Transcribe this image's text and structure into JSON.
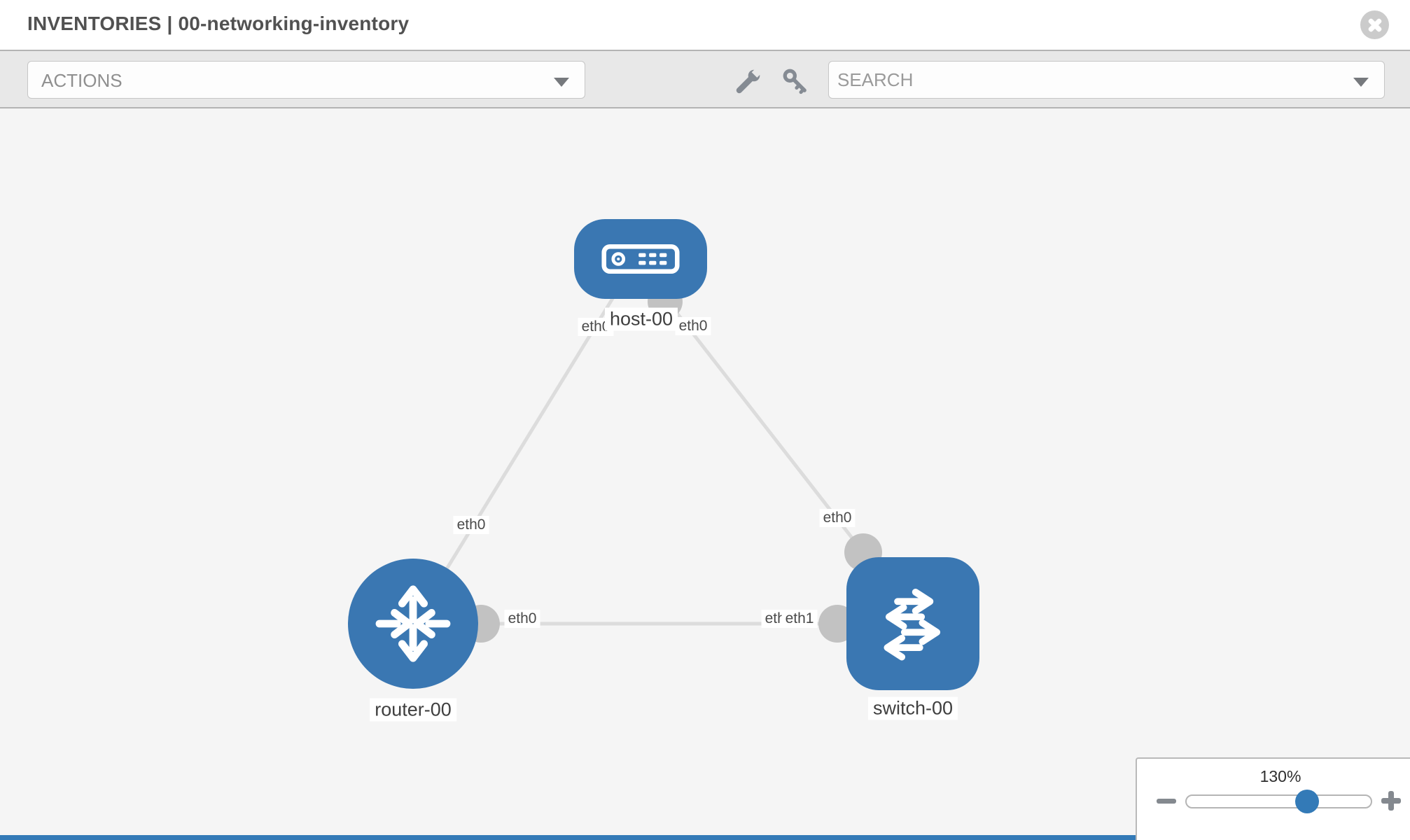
{
  "window": {
    "title": "INVENTORIES | 00-networking-inventory"
  },
  "toolbar": {
    "actions_label": "ACTIONS",
    "search_placeholder": "SEARCH",
    "icons": [
      "wrench-icon",
      "key-icon"
    ]
  },
  "diagram": {
    "nodes": [
      {
        "id": "host-00",
        "label": "host-00",
        "type": "host",
        "icon": "server-icon"
      },
      {
        "id": "router-00",
        "label": "router-00",
        "type": "router",
        "icon": "router-arrows-icon"
      },
      {
        "id": "switch-00",
        "label": "switch-00",
        "type": "switch",
        "icon": "switch-arrows-icon"
      }
    ],
    "links": [
      {
        "from": "router-00",
        "to": "host-00"
      },
      {
        "from": "host-00",
        "to": "switch-00"
      },
      {
        "from": "router-00",
        "to": "switch-00"
      }
    ],
    "interfaces": {
      "host_left": "eth0",
      "host_right": "eth0",
      "router_host_link": "eth0",
      "host_switch_link": "eth0",
      "router_switch_router_end": "eth0",
      "router_switch_switch_end_back": "eth0",
      "router_switch_switch_end_front": "eth1"
    }
  },
  "zoom_control": {
    "level": "130%"
  },
  "colors": {
    "node_blue": "#3a77b2",
    "accent_blue": "#337ab7",
    "link_gray": "#dcdcdc",
    "connector_gray": "#c2c2c2",
    "toolbar_gray": "#e8e8e8",
    "canvas_gray": "#f5f5f5"
  }
}
